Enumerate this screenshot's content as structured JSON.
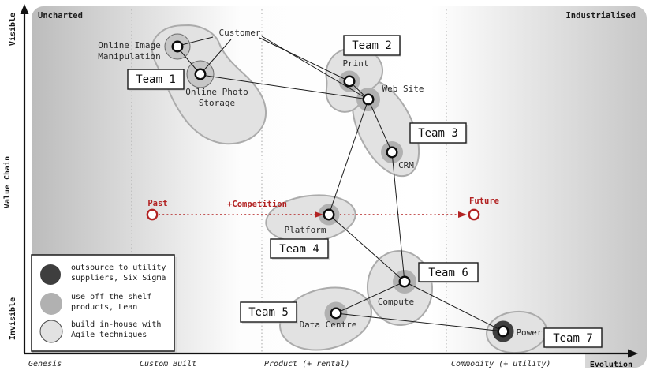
{
  "map": {
    "corner_labels": {
      "top_left": "Uncharted",
      "top_right": "Industrialised"
    },
    "value_chain_axis": {
      "label": "Value Chain",
      "top": "Visible",
      "bottom": "Invisible"
    },
    "evolution_axis": {
      "label": "Evolution",
      "stages": [
        "Genesis",
        "Custom Built",
        "Product (+ rental)",
        "Commodity (+ utility)"
      ]
    },
    "timeline": {
      "past_label": "Past",
      "competition_label": "+Competition",
      "future_label": "Future",
      "color": "#b22222"
    },
    "nodes": {
      "customer": {
        "label": "Customer"
      },
      "online_image_manipulation": {
        "label_line1": "Online Image",
        "label_line2": "Manipulation",
        "marker_style": "build-in-house"
      },
      "online_photo_storage": {
        "label_line1": "Online Photo",
        "label_line2": "Storage",
        "marker_style": "build-in-house"
      },
      "print": {
        "label": "Print",
        "marker_style": "off-the-shelf"
      },
      "web_site": {
        "label": "Web Site",
        "marker_style": "off-the-shelf"
      },
      "crm": {
        "label": "CRM",
        "marker_style": "off-the-shelf"
      },
      "platform": {
        "label": "Platform",
        "marker_style": "off-the-shelf"
      },
      "compute": {
        "label": "Compute",
        "marker_style": "off-the-shelf"
      },
      "data_centre": {
        "label": "Data Centre",
        "marker_style": "off-the-shelf"
      },
      "power": {
        "label": "Power",
        "marker_style": "outsource"
      }
    },
    "teams": {
      "team1": "Team 1",
      "team2": "Team 2",
      "team3": "Team 3",
      "team4": "Team 4",
      "team5": "Team 5",
      "team6": "Team 6",
      "team7": "Team 7"
    },
    "legend": {
      "colors": {
        "dark": "#3e3e3e",
        "medium": "#b1b1b1",
        "light": "#e2e2e2"
      },
      "items": [
        {
          "line1": "outsource to utility",
          "line2": "suppliers, Six Sigma",
          "swatch": "dark"
        },
        {
          "line1": "use off the shelf",
          "line2": "products, Lean",
          "swatch": "medium"
        },
        {
          "line1": "build in-house with",
          "line2": "Agile techniques",
          "swatch": "light"
        }
      ]
    }
  }
}
